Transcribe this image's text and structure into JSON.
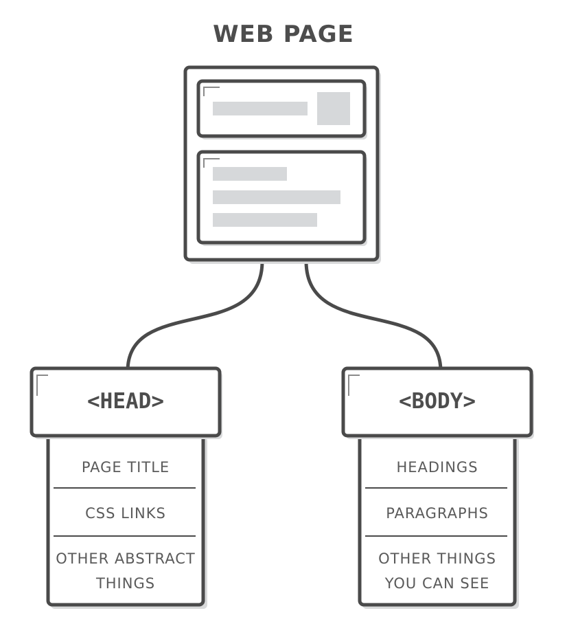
{
  "title": "WEB PAGE",
  "head": {
    "label": "<HEAD>",
    "items": [
      "PAGE TITLE",
      "CSS LINKS",
      "OTHER ABSTRACT",
      "THINGS"
    ]
  },
  "body": {
    "label": "<BODY>",
    "items": [
      "HEADINGS",
      "PARAGRAPHS",
      "OTHER THINGS",
      "YOU CAN SEE"
    ]
  },
  "colors": {
    "stroke": "#4a4a4a",
    "shadow": "#d9dadb",
    "placeholder": "#d6d8da",
    "background": "#ffffff"
  }
}
